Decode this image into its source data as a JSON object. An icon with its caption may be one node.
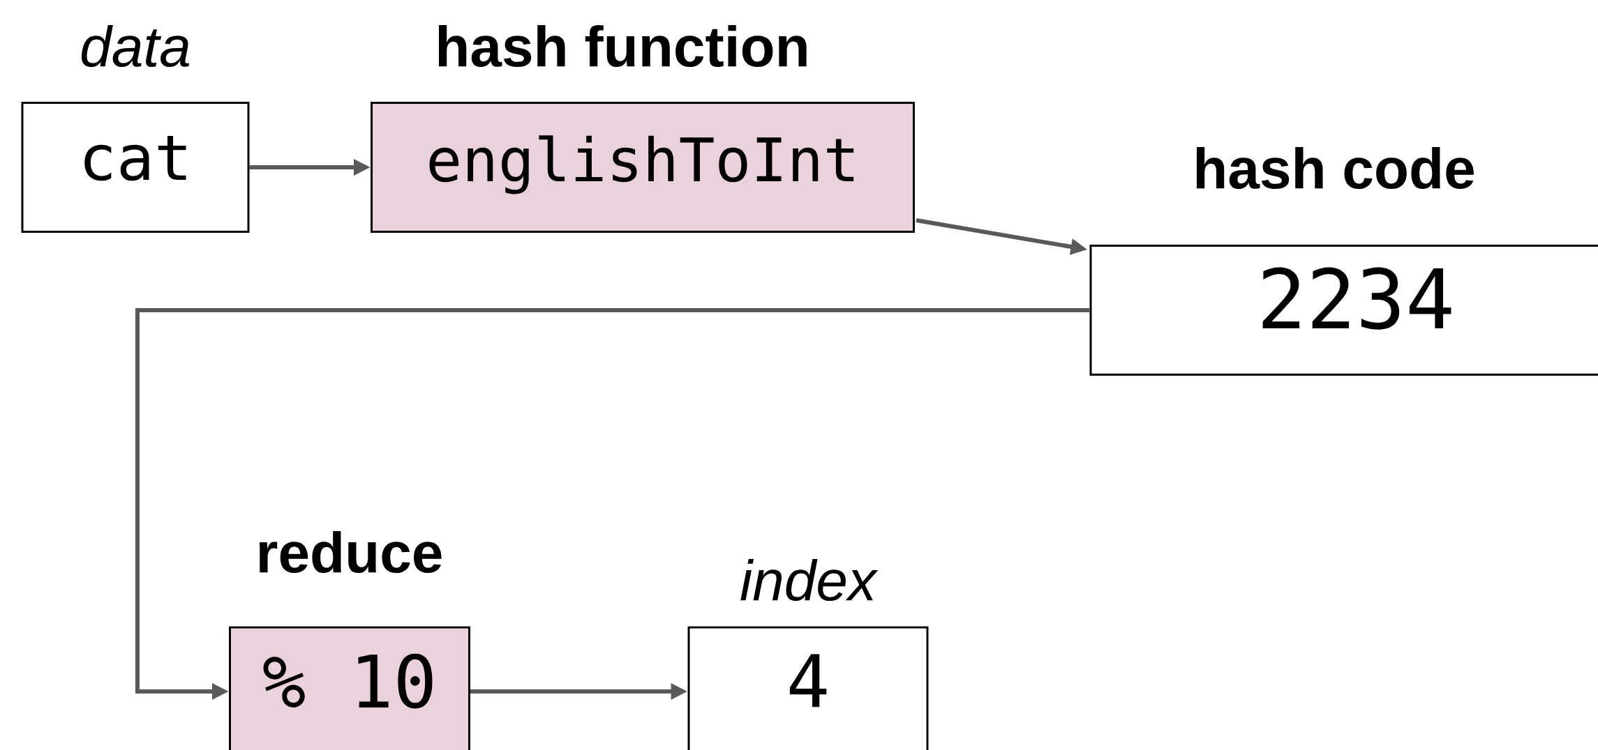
{
  "diagram": {
    "nodes": [
      {
        "text": [
          "data",
          "cat"
        ]
      },
      {
        "text": [
          "hash function",
          "englishToInt"
        ]
      },
      {
        "text": [
          "hash code",
          "2234"
        ]
      },
      {
        "text": [
          "reduce",
          "% 10"
        ]
      },
      {
        "text": [
          "index",
          "4"
        ]
      }
    ],
    "edges": [
      {
        "from": 0,
        "to": 1,
        "arrow": "to"
      },
      {
        "from": 1,
        "to": 2,
        "arrow": "to"
      },
      {
        "from": 2,
        "to": 3,
        "arrow": "to"
      },
      {
        "from": 3,
        "to": 4,
        "arrow": "to"
      }
    ]
  }
}
